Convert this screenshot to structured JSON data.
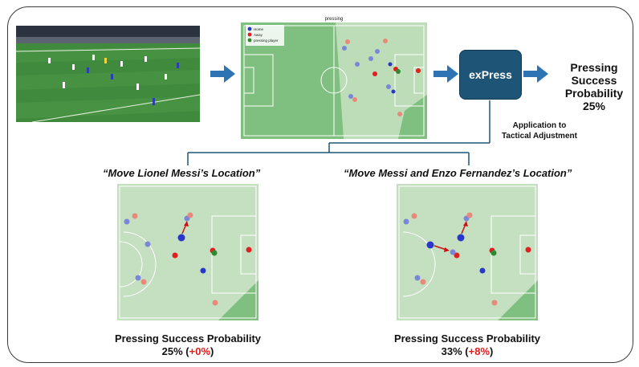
{
  "top_pitch": {
    "title": "pressing",
    "legend": [
      {
        "label": "Home",
        "color": "#2a36c9"
      },
      {
        "label": "Away",
        "color": "#e02020"
      },
      {
        "label": "pressing player",
        "color": "#2f8a2f"
      }
    ]
  },
  "model": {
    "label": "exPress"
  },
  "output": {
    "line1": "Pressing",
    "line2": "Success",
    "line3": "Probability",
    "value": "25%"
  },
  "application": {
    "line1": "Application to",
    "line2": "Tactical Adjustment"
  },
  "scenarios": [
    {
      "quote": "“Move Lionel Messi’s Location”",
      "result_label": "Pressing  Success Probability",
      "result_value": "25%",
      "result_open": " (",
      "result_delta": "+0%",
      "result_close": ")"
    },
    {
      "quote": "“Move Messi and Enzo Fernandez’s Location”",
      "result_label": "Pressing  Success Probability",
      "result_value": "33%",
      "result_open": " (",
      "result_delta": "+8%",
      "result_close": ")"
    }
  ],
  "colors": {
    "model_box": "#1e5577",
    "arrow": "#2e74b5",
    "pitch": "#7fbf7f",
    "delta": "#e01b1b"
  },
  "icons": [
    "right-arrow-icon",
    "tree-connector"
  ]
}
